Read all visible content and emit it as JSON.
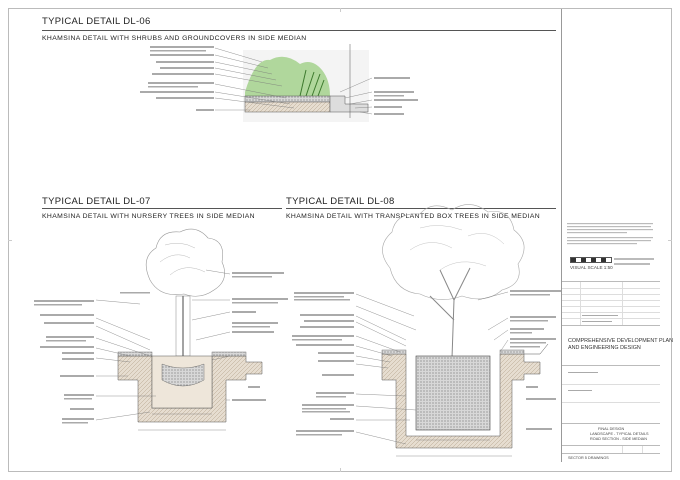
{
  "details": [
    {
      "title": "TYPICAL DETAIL DL-06",
      "subtitle": "KHAMSINA DETAIL WITH SHRUBS AND GROUNDCOVERS IN SIDE MEDIAN"
    },
    {
      "title": "TYPICAL DETAIL DL-07",
      "subtitle": "KHAMSINA DETAIL WITH NURSERY TREES IN SIDE MEDIAN"
    },
    {
      "title": "TYPICAL DETAIL DL-08",
      "subtitle": "KHAMSINA DETAIL WITH TRANSPLANTED BOX TREES IN SIDE MEDIAN"
    }
  ],
  "title_block": {
    "project_line1": "COMPREHENSIVE DEVELOPMENT PLAN",
    "project_line2": "AND ENGINEERING DESIGN",
    "scale_label": "VISUAL SCALE 1:50",
    "drawing_title_line1": "FINAL DESIGN",
    "drawing_title_line2": "LANDSCAPE - TYPICAL DETAILS",
    "drawing_title_line3": "ROAD SECTION - SIDE MEDIAN",
    "sheet_label": "SECTOR 5 DRAWINGS"
  },
  "colors": {
    "line": "#555555",
    "soil": "#b8a890",
    "gravel": "#9a9a9a",
    "greenery": "#86b86a",
    "tree": "#888888"
  }
}
